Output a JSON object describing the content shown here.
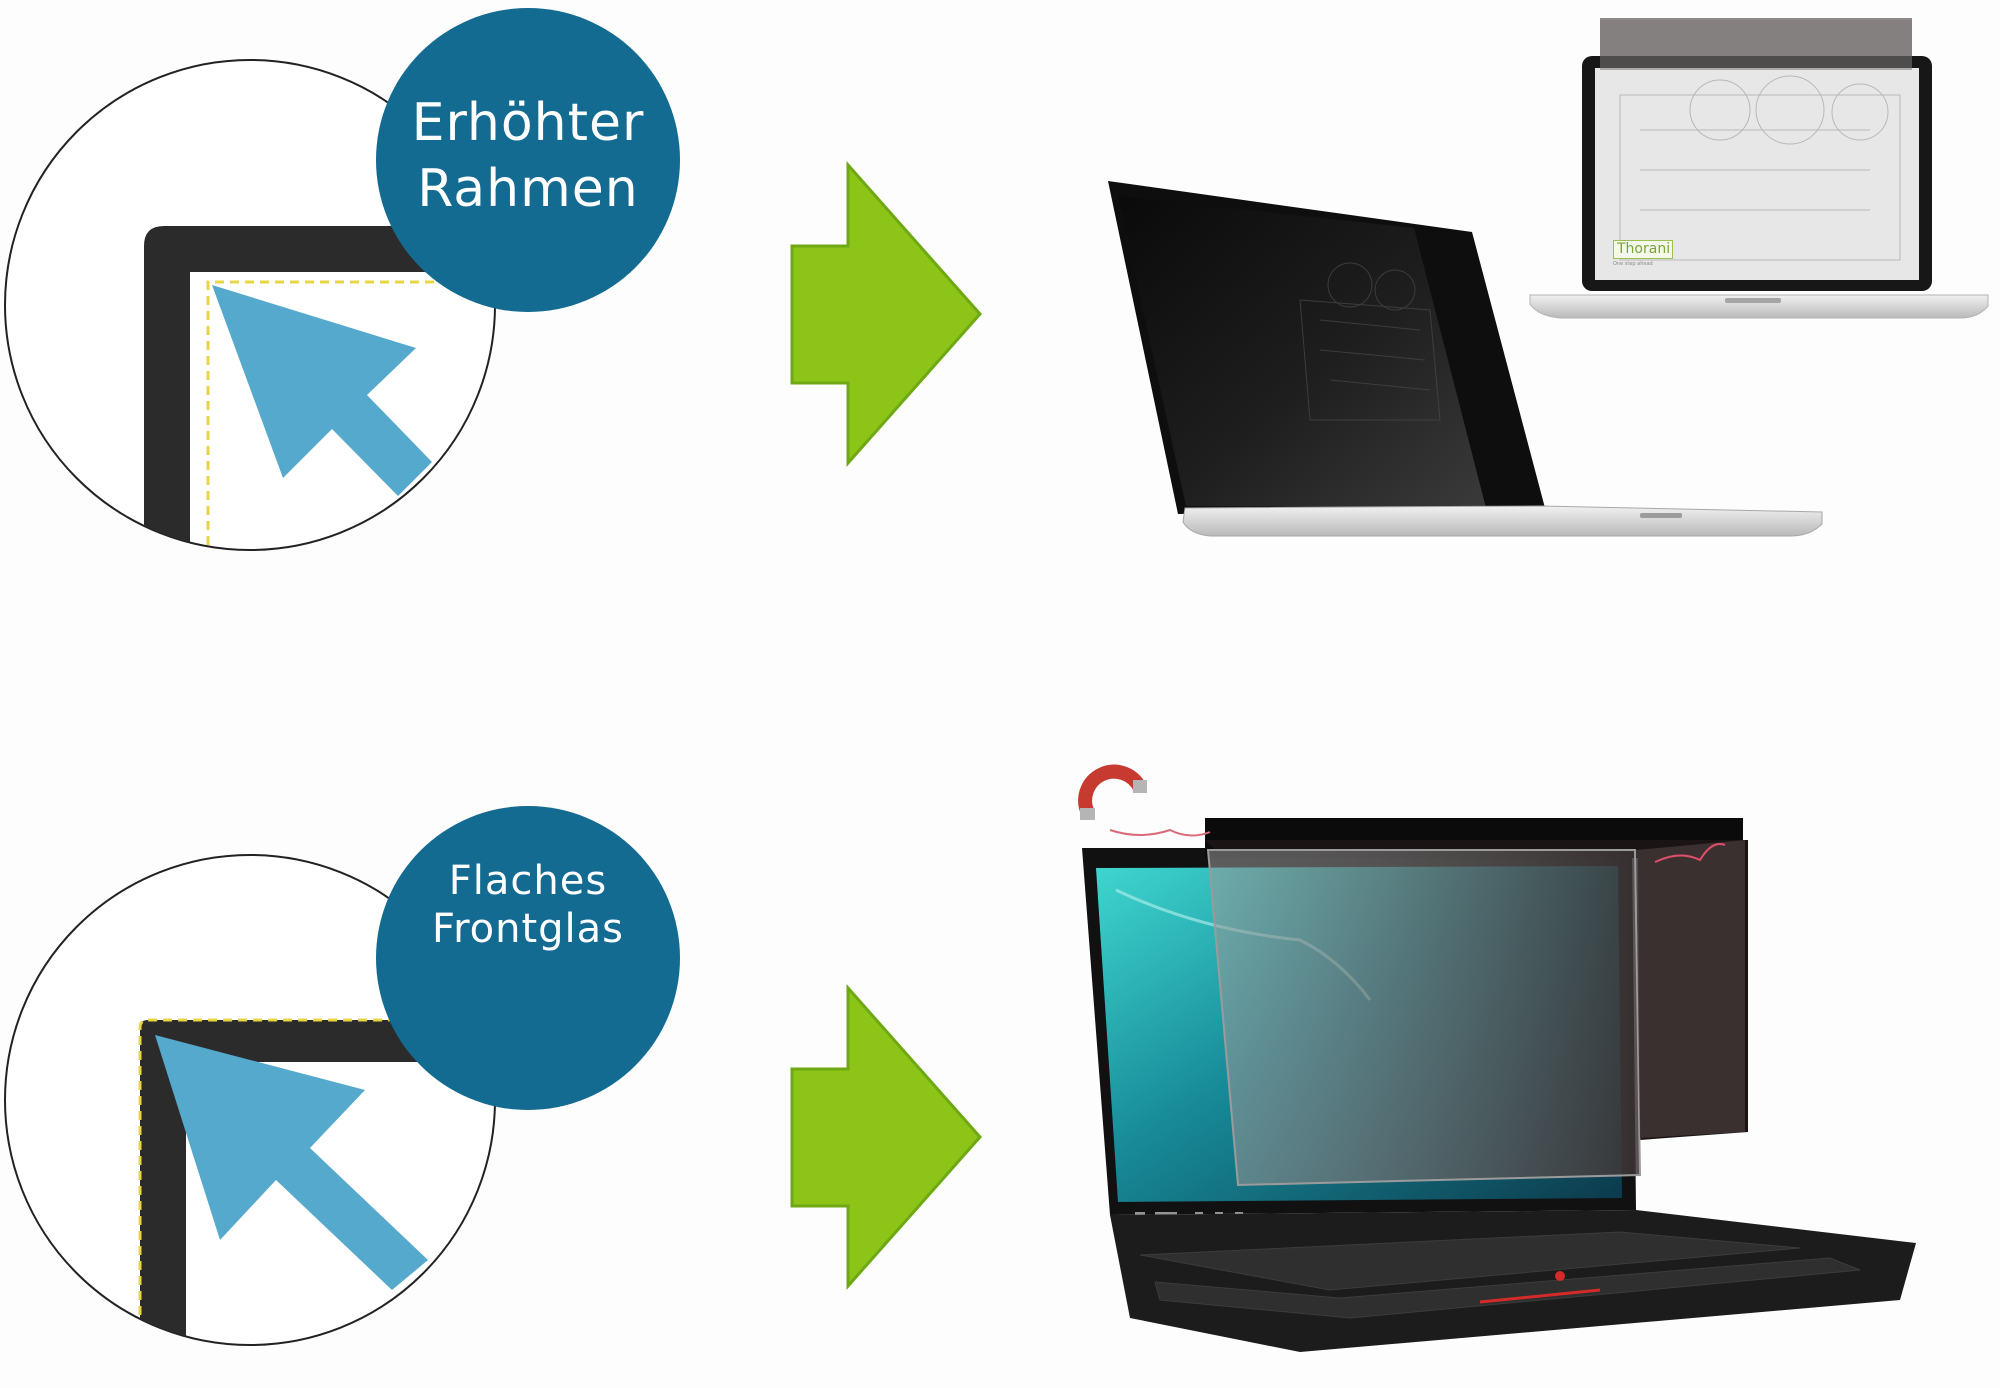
{
  "sections": [
    {
      "id": "top",
      "badge_lines": [
        "Erhöhter",
        "Rahmen"
      ],
      "icons": [
        "raised-frame-corner",
        "cursor-arrow",
        "green-arrow",
        "laptop-privacy-filter",
        "laptop-filter-preview"
      ]
    },
    {
      "id": "bottom",
      "badge_lines": [
        "Flaches",
        "Frontglas"
      ],
      "icons": [
        "flat-glass-corner",
        "cursor-arrow",
        "green-arrow",
        "magnet-icon",
        "laptop-magnetic-privacy-filter"
      ]
    }
  ],
  "brand": {
    "name": "Thorani",
    "tagline": "One step ahead"
  },
  "colors": {
    "badge": "#146b92",
    "cursor": "#55a9cd",
    "arrow": "#8cc418",
    "arrow_outline": "#6ea812",
    "frame": "#2b2b2b",
    "dash": "#e8d545"
  }
}
